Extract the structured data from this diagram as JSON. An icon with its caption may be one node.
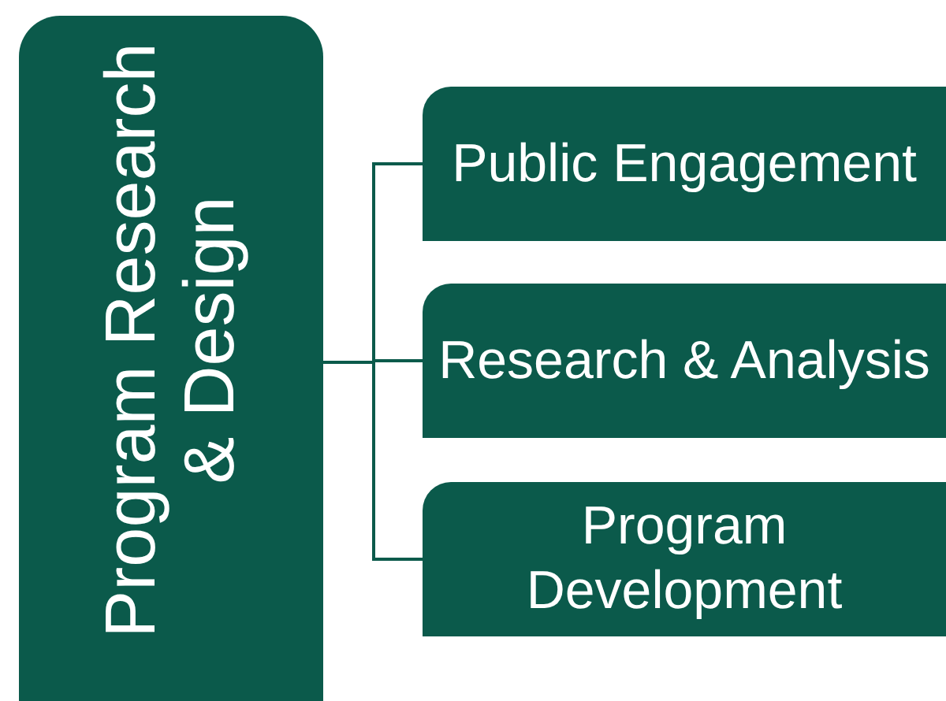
{
  "diagram": {
    "nodes": [
      {
        "text": [
          "Program Research & Design"
        ]
      },
      {
        "text": [
          "Public Engagement"
        ]
      },
      {
        "text": [
          "Research & Analysis"
        ]
      },
      {
        "text": [
          "Program Development"
        ]
      }
    ],
    "edges": [
      {
        "from": 0,
        "to": 1,
        "arrow": "none"
      },
      {
        "from": 0,
        "to": 2,
        "arrow": "none"
      },
      {
        "from": 0,
        "to": 3,
        "arrow": "none"
      }
    ]
  }
}
